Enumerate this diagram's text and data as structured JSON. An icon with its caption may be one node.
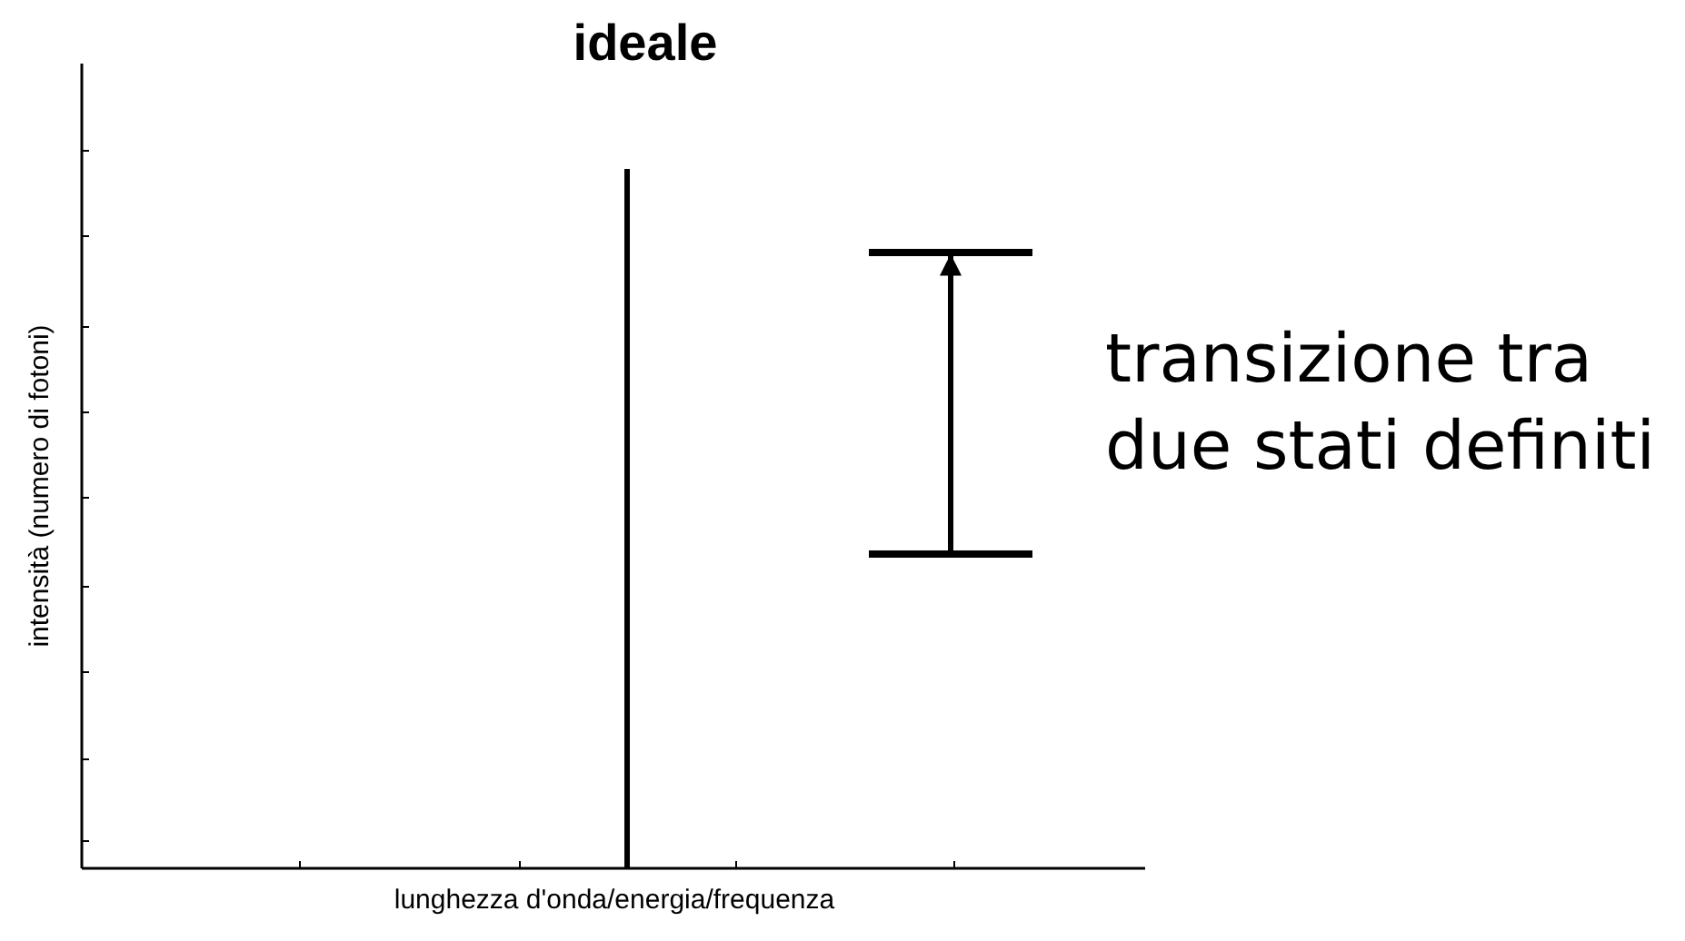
{
  "diagram": {
    "title": "ideale",
    "nodes": [
      {
        "text": [],
        "shape": "bar"
      },
      {
        "text": [],
        "shape": "bar"
      }
    ],
    "edges": [
      {
        "from": 1,
        "to": 0,
        "arrow": "to"
      }
    ],
    "labels": [
      "transizione tra due stati definiti",
      "intensità (numero di fotoni)",
      "lunghezza d'onda/energia/frequenza"
    ]
  }
}
